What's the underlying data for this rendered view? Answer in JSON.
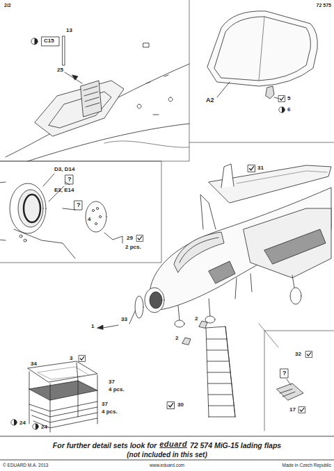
{
  "diagram": {
    "labels": [
      "2/2",
      "72 575",
      "13",
      "C15",
      "25",
      "A2",
      "5",
      "6",
      "31",
      "D3, D14",
      "?",
      "E3, E14",
      "?",
      "4",
      "29",
      "2 pcs.",
      "34",
      "1",
      "33",
      "2",
      "2",
      "3",
      "37",
      "4 pcs.",
      "37",
      "4 pcs.",
      "30",
      "32",
      "?",
      "17",
      "24",
      "24",
      "For further detail sets look for",
      "eduard",
      "72 574 MiG-15 lading flaps",
      "(not included in this set)",
      "© EDUARD  M.A. 2013",
      "www.eduard.com",
      "Made in Czech Republic"
    ]
  }
}
